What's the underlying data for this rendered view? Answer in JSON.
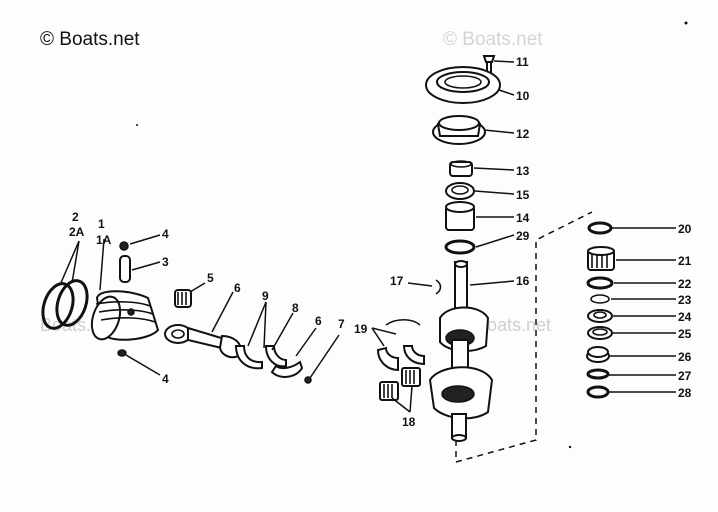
{
  "watermarks": {
    "main": "© Boats.net",
    "faint": "© Boats.net",
    "overlay_left": "Boats.net",
    "overlay_right": "Boats.net"
  },
  "callouts": [
    {
      "id": "c2",
      "text": "2"
    },
    {
      "id": "c2a",
      "text": "2A"
    },
    {
      "id": "c1",
      "text": "1"
    },
    {
      "id": "c1a",
      "text": "1A"
    },
    {
      "id": "c4a",
      "text": "4"
    },
    {
      "id": "c3",
      "text": "3"
    },
    {
      "id": "c5",
      "text": "5"
    },
    {
      "id": "c6a",
      "text": "6"
    },
    {
      "id": "c9",
      "text": "9"
    },
    {
      "id": "c8",
      "text": "8"
    },
    {
      "id": "c6b",
      "text": "6"
    },
    {
      "id": "c7",
      "text": "7"
    },
    {
      "id": "c4b",
      "text": "4"
    },
    {
      "id": "c11",
      "text": "11"
    },
    {
      "id": "c10",
      "text": "10"
    },
    {
      "id": "c12",
      "text": "12"
    },
    {
      "id": "c13",
      "text": "13"
    },
    {
      "id": "c15",
      "text": "15"
    },
    {
      "id": "c14",
      "text": "14"
    },
    {
      "id": "c29",
      "text": "29"
    },
    {
      "id": "c17",
      "text": "17"
    },
    {
      "id": "c16",
      "text": "16"
    },
    {
      "id": "c19",
      "text": "19"
    },
    {
      "id": "c18",
      "text": "18"
    },
    {
      "id": "c20",
      "text": "20"
    },
    {
      "id": "c21",
      "text": "21"
    },
    {
      "id": "c22",
      "text": "22"
    },
    {
      "id": "c23",
      "text": "23"
    },
    {
      "id": "c24",
      "text": "24"
    },
    {
      "id": "c25",
      "text": "25"
    },
    {
      "id": "c26",
      "text": "26"
    },
    {
      "id": "c27",
      "text": "27"
    },
    {
      "id": "c28",
      "text": "28"
    }
  ]
}
